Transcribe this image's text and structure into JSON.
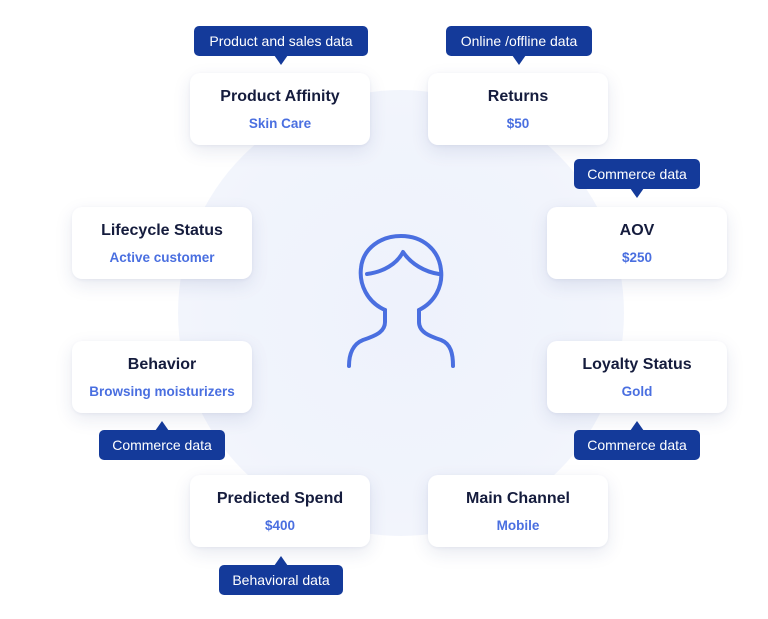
{
  "cards": {
    "product_affinity": {
      "title": "Product Affinity",
      "value": "Skin Care"
    },
    "returns": {
      "title": "Returns",
      "value": "$50"
    },
    "lifecycle_status": {
      "title": "Lifecycle Status",
      "value": "Active customer"
    },
    "aov": {
      "title": "AOV",
      "value": "$250"
    },
    "behavior": {
      "title": "Behavior",
      "value": "Browsing moisturizers"
    },
    "loyalty_status": {
      "title": "Loyalty Status",
      "value": "Gold"
    },
    "predicted_spend": {
      "title": "Predicted Spend",
      "value": "$400"
    },
    "main_channel": {
      "title": "Main Channel",
      "value": "Mobile"
    }
  },
  "tags": {
    "product_affinity": "Product and sales data",
    "returns": "Online /offline data",
    "aov": "Commerce data",
    "behavior": "Commerce data",
    "loyalty_status": "Commerce data",
    "predicted_spend": "Behavioral data"
  },
  "icons": {
    "center": "customer-avatar-icon"
  },
  "colors": {
    "tag_background": "#143a9a",
    "card_title": "#151c3d",
    "card_value": "#4a6fe0",
    "avatar_stroke": "#4a6fe0",
    "circle_background": "#eef2fc"
  }
}
